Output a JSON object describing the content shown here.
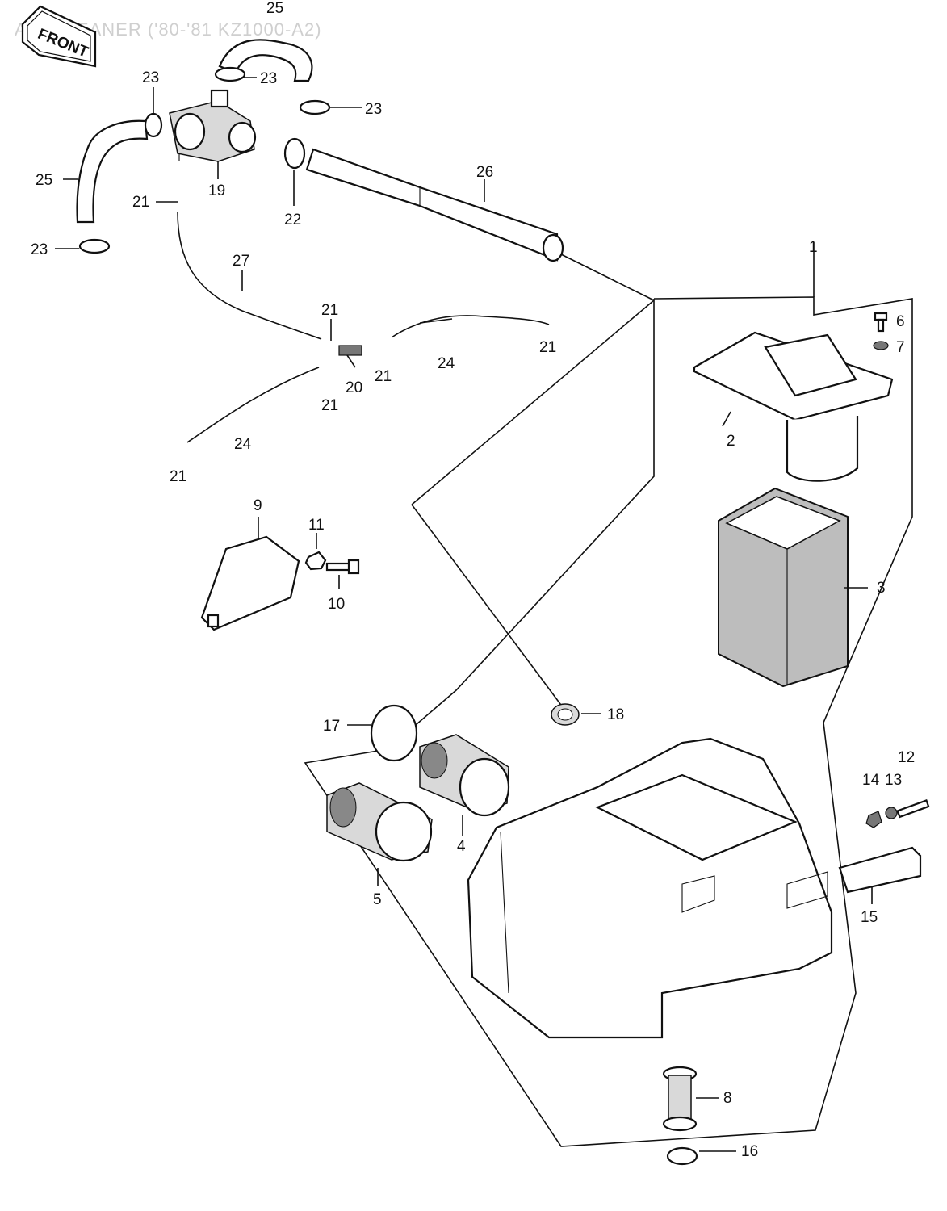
{
  "title": "AIR CLEANER ('80-'81 KZ1000-A2)",
  "front_badge": "FRONT",
  "callouts": {
    "c1": "1",
    "c2": "2",
    "c3": "3",
    "c4": "4",
    "c5": "5",
    "c6": "6",
    "c7": "7",
    "c8": "8",
    "c9": "9",
    "c10": "10",
    "c11": "11",
    "c12": "12",
    "c13": "13",
    "c14": "14",
    "c15": "15",
    "c16": "16",
    "c17": "17",
    "c18": "18",
    "c19": "19",
    "c20": "20",
    "c21a": "21",
    "c21b": "21",
    "c21c": "21",
    "c21d": "21",
    "c21e": "21",
    "c21f": "21",
    "c22": "22",
    "c23a": "23",
    "c23b": "23",
    "c23c": "23",
    "c23d": "23",
    "c24a": "24",
    "c24b": "24",
    "c25a": "25",
    "c25b": "25",
    "c26": "26",
    "c27": "27"
  }
}
